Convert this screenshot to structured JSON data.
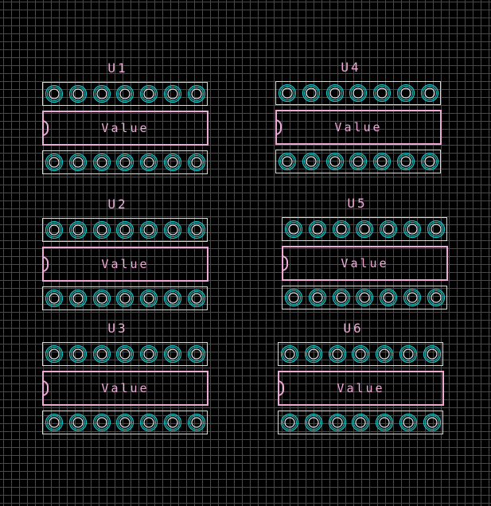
{
  "components": [
    {
      "refdes": "U1",
      "value": "Value"
    },
    {
      "refdes": "U2",
      "value": "Value"
    },
    {
      "refdes": "U3",
      "value": "Value"
    },
    {
      "refdes": "U4",
      "value": "Value"
    },
    {
      "refdes": "U5",
      "value": "Value"
    },
    {
      "refdes": "U6",
      "value": "Value"
    }
  ],
  "colors": {
    "background": "#000000",
    "grid": "#4a4a4a",
    "silkscreen": "#f0a8d8",
    "courtyard": "#d9d9d9",
    "pad": "#19c4c4"
  },
  "pins_per_row": 7
}
